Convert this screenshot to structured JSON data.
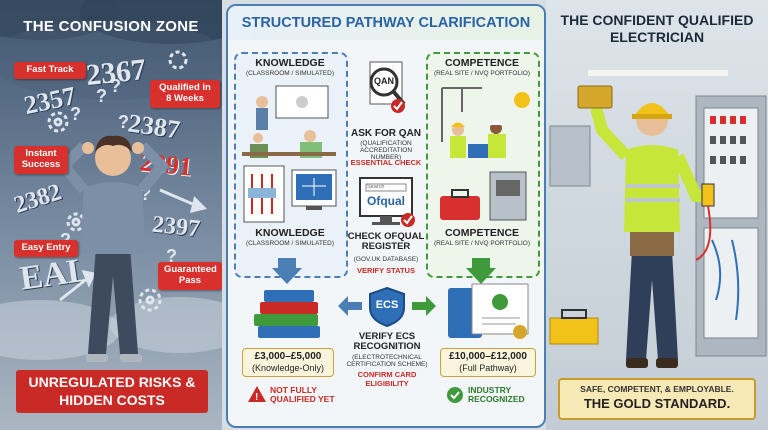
{
  "left": {
    "title": "THE CONFUSION ZONE",
    "tags": {
      "fast_track": "Fast Track",
      "qualified": "Qualified in 8 Weeks",
      "instant": "Instant Success",
      "easy": "Easy Entry",
      "guaranteed": "Guaranteed Pass"
    },
    "numbers": [
      "2367",
      "2357",
      "2387",
      "2391",
      "2382",
      "2397",
      "EAL"
    ],
    "footer": "UNREGULATED RISKS & HIDDEN COSTS"
  },
  "center": {
    "title": "STRUCTURED PATHWAY CLARIFICATION",
    "knowledge_top": {
      "label": "KNOWLEDGE",
      "sub": "(CLASSROOM / SIMULATED)"
    },
    "knowledge_bottom": {
      "label": "KNOWLEDGE",
      "sub": "(CLASSROOM / SIMULATED)"
    },
    "competence_top": {
      "label": "COMPETENCE",
      "sub": "(REAL SITE / NVQ PORTFOLIO)"
    },
    "competence_bottom": {
      "label": "COMPETENCE",
      "sub": "(REAL SITE / NVQ PORTFOLIO)"
    },
    "qan": {
      "badge": "QAN",
      "label": "ASK FOR QAN",
      "sub": "(QUALIFICATION ACCREDITATION NUMBER)",
      "check": "ESSENTIAL CHECK"
    },
    "ofqual": {
      "search": "Search",
      "logo": "Ofqual",
      "label": "CHECK OFQUAL REGISTER",
      "sub": "(GOV.UK DATABASE)",
      "check": "VERIFY STATUS"
    },
    "ecs": {
      "badge": "ECS",
      "label": "VERIFY ECS RECOGNITION",
      "sub": "(ELECTROTECHNICAL CERTIFICATION SCHEME)",
      "check": "CONFIRM CARD ELIGIBILITY"
    },
    "price_left": {
      "amount": "£3,000–£5,000",
      "note": "(Knowledge-Only)"
    },
    "price_right": {
      "amount": "£10,000–£12,000",
      "note": "(Full Pathway)"
    },
    "warn_left": "NOT FULLY QUALIFIED YET",
    "ok_right": "INDUSTRY RECOGNIZED"
  },
  "right": {
    "title": "THE CONFIDENT QUALIFIED ELECTRICIAN",
    "footer_top": "SAFE, COMPETENT, & EMPLOYABLE.",
    "footer_bottom": "THE GOLD STANDARD."
  },
  "colors": {
    "red": "#c92a25",
    "blue": "#2a63a4",
    "green": "#3f9a3c",
    "gold": "#c89c2b",
    "hivis": "#c6e63a"
  }
}
